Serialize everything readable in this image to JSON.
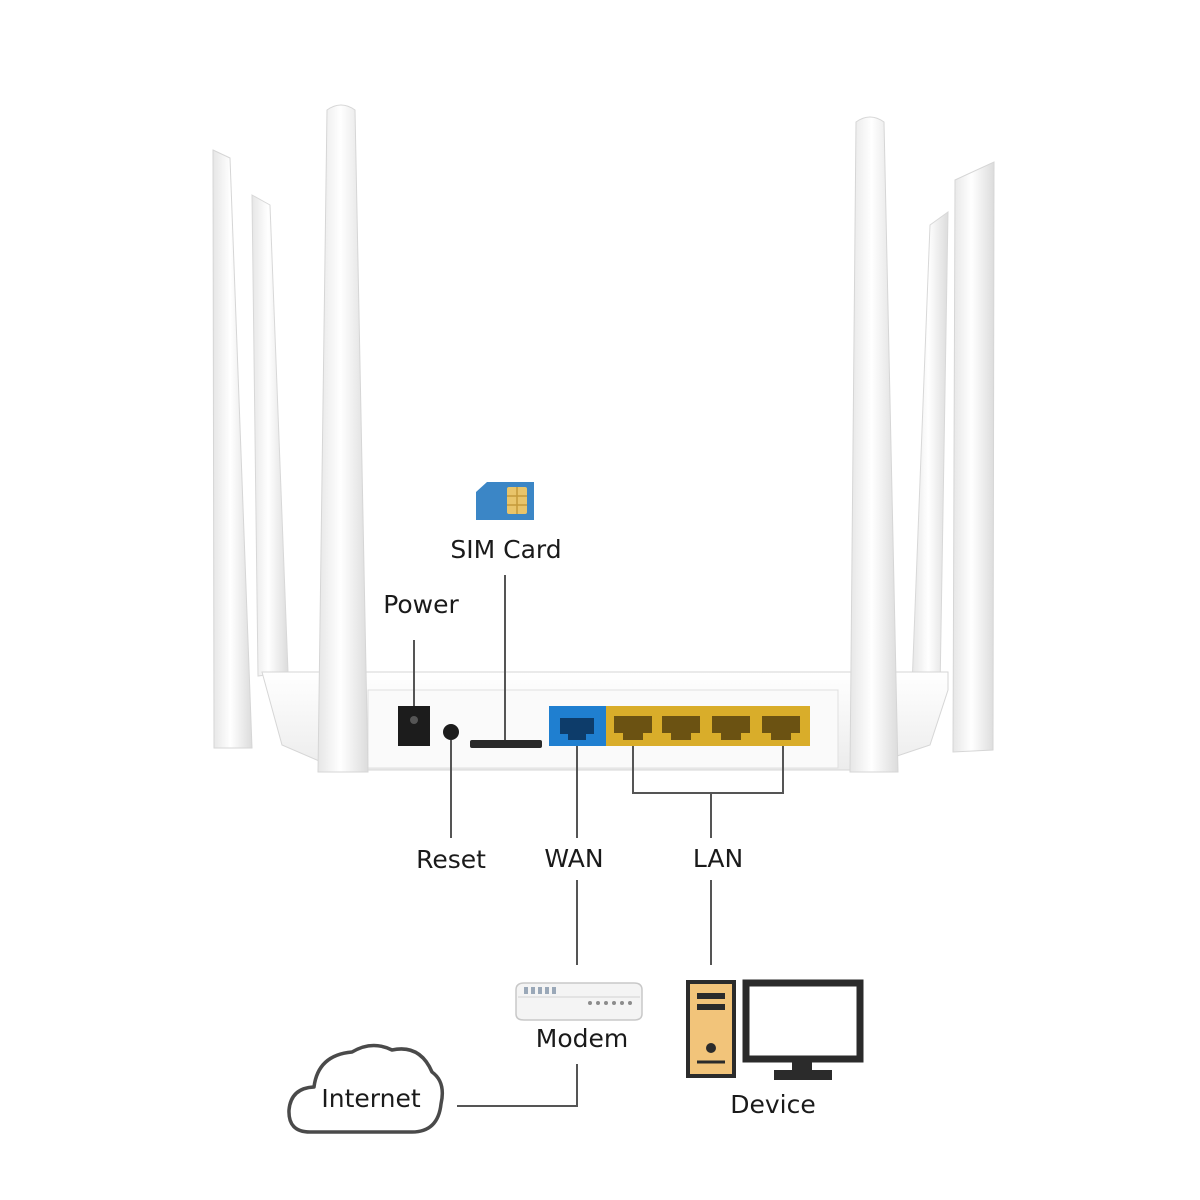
{
  "labels": {
    "sim_card": "SIM Card",
    "power": "Power",
    "reset": "Reset",
    "wan": "WAN",
    "lan": "LAN",
    "modem": "Modem",
    "internet": "Internet",
    "device": "Device"
  },
  "icons": {
    "sim_card": "sim-card-icon",
    "modem": "modem-icon",
    "internet": "cloud-icon",
    "device": "desktop-computer-icon",
    "router": "wireless-router-rear-view"
  },
  "colors": {
    "wan_port": "#1f7fd0",
    "lan_port": "#d9ad2a",
    "sim_card": "#3b86c6",
    "sim_chip": "#e8c46a",
    "pc_tower": "#f2c47a",
    "router_body": "#f7f7f7",
    "connector_line": "#555555"
  }
}
